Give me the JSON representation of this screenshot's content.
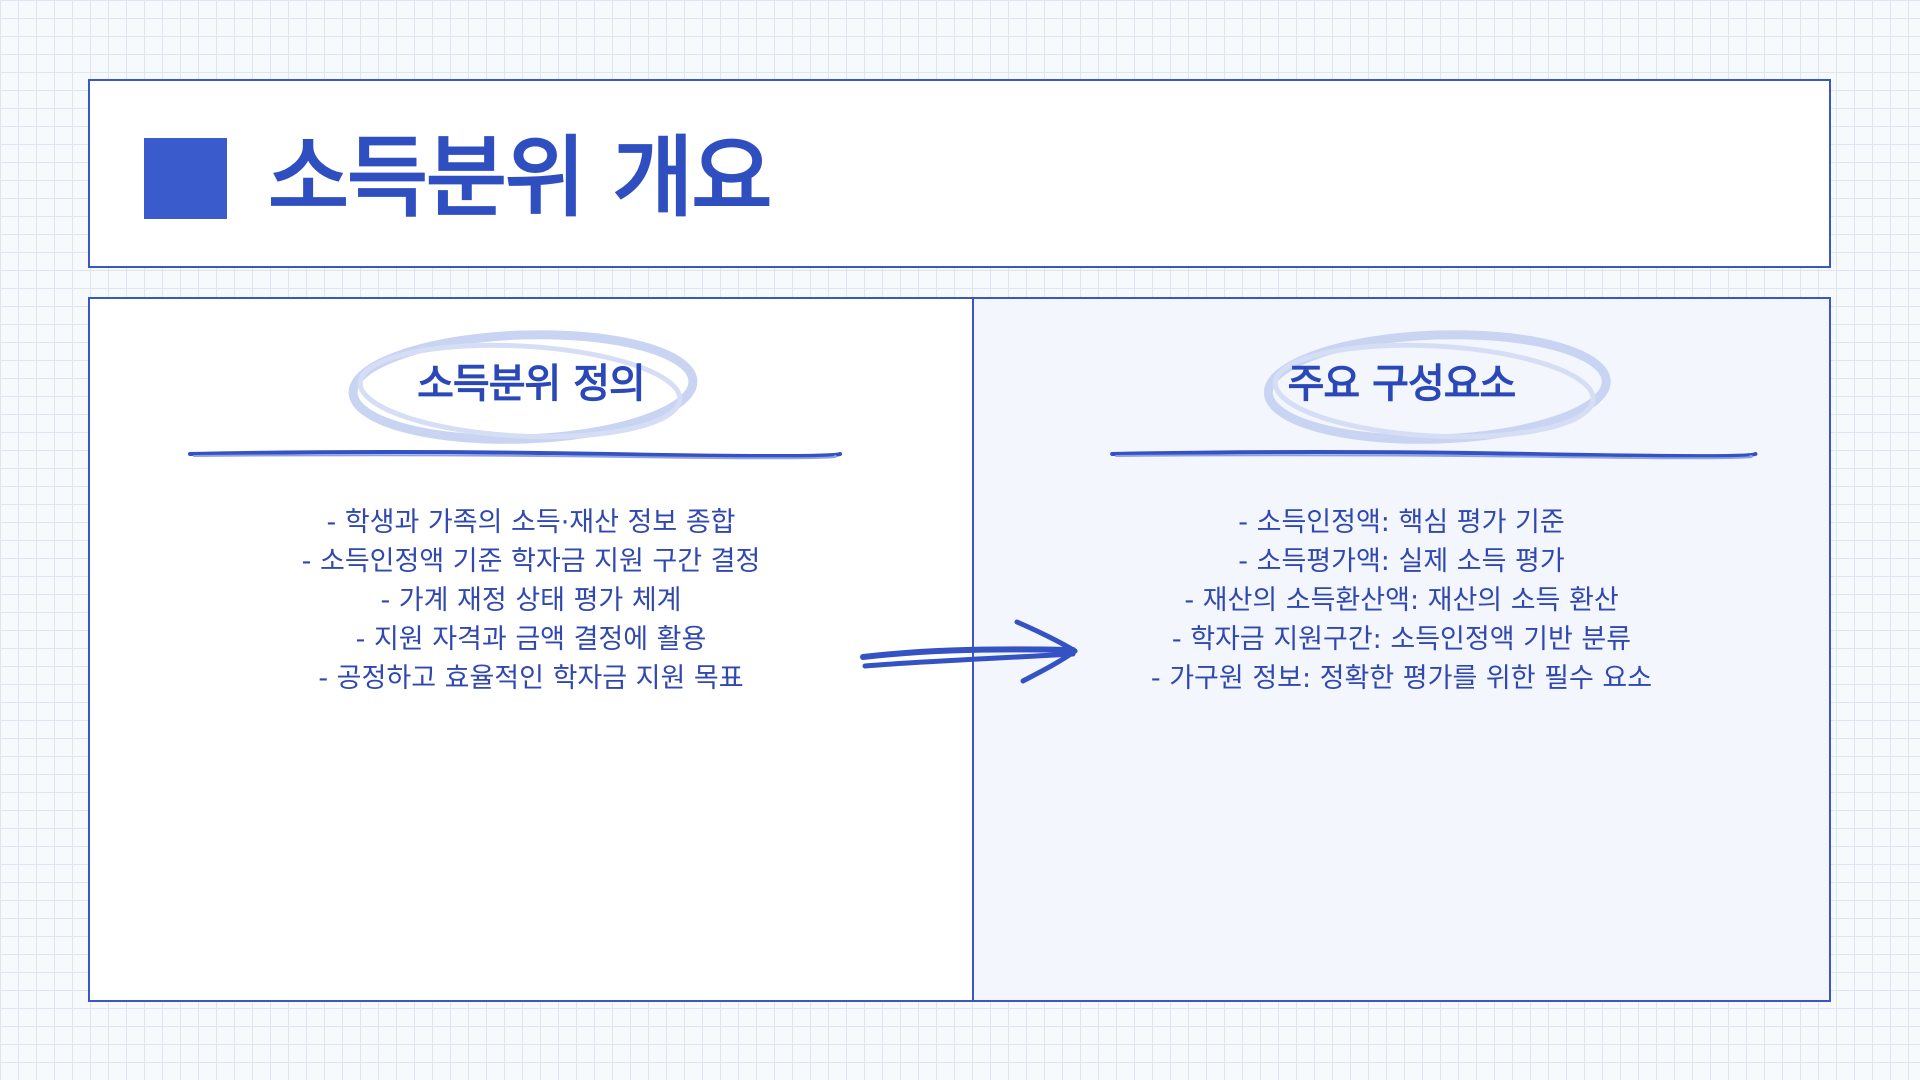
{
  "header": {
    "title": "소득분위 개요"
  },
  "left_panel": {
    "heading": "소득분위 정의",
    "items": [
      "- 학생과 가족의 소득·재산 정보 종합",
      "- 소득인정액 기준 학자금 지원 구간 결정",
      "- 가계 재정 상태 평가 체계",
      "- 지원 자격과 금액 결정에 활용",
      "- 공정하고 효율적인 학자금 지원 목표"
    ]
  },
  "right_panel": {
    "heading": "주요 구성요소",
    "items": [
      "- 소득인정액: 핵심 평가 기준",
      "- 소득평가액: 실제 소득 평가",
      "- 재산의 소득환산액: 재산의 소득 환산",
      "- 학자금 지원구간: 소득인정액 기반 분류",
      "- 가구원 정보: 정확한 평가를 위한 필수 요소"
    ]
  },
  "colors": {
    "accent": "#3a5bcc",
    "text": "#3048b0",
    "grid": "#dde6f0"
  }
}
